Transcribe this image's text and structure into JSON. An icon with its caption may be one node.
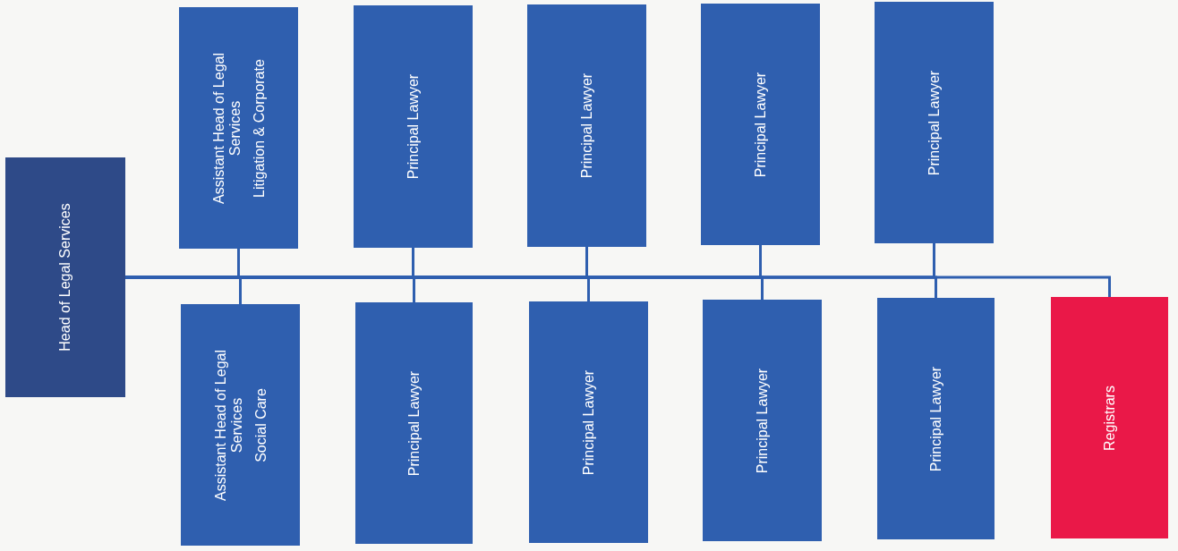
{
  "diagram": {
    "nodes": [
      {
        "text": [
          "Head of Legal Services"
        ]
      },
      {
        "text": [
          "Assistant Head of Legal Services",
          "Litigation & Corporate"
        ]
      },
      {
        "text": [
          "Principal Lawyer"
        ]
      },
      {
        "text": [
          "Principal Lawyer"
        ]
      },
      {
        "text": [
          "Principal Lawyer"
        ]
      },
      {
        "text": [
          "Principal Lawyer"
        ]
      },
      {
        "text": [
          "Assistant Head of Legal Services",
          "Social Care"
        ]
      },
      {
        "text": [
          "Principal Lawyer"
        ]
      },
      {
        "text": [
          "Principal Lawyer"
        ]
      },
      {
        "text": [
          "Principal Lawyer"
        ]
      },
      {
        "text": [
          "Principal Lawyer"
        ]
      },
      {
        "text": [
          "Registrars"
        ]
      }
    ],
    "edges": [
      {
        "from": 0,
        "to": 1,
        "arrow": "none"
      },
      {
        "from": 0,
        "to": 2,
        "arrow": "none"
      },
      {
        "from": 0,
        "to": 3,
        "arrow": "none"
      },
      {
        "from": 0,
        "to": 4,
        "arrow": "none"
      },
      {
        "from": 0,
        "to": 5,
        "arrow": "none"
      },
      {
        "from": 0,
        "to": 6,
        "arrow": "none"
      },
      {
        "from": 0,
        "to": 7,
        "arrow": "none"
      },
      {
        "from": 0,
        "to": 8,
        "arrow": "none"
      },
      {
        "from": 0,
        "to": 9,
        "arrow": "none"
      },
      {
        "from": 0,
        "to": 10,
        "arrow": "none"
      },
      {
        "from": 0,
        "to": 11,
        "arrow": "none"
      }
    ]
  }
}
